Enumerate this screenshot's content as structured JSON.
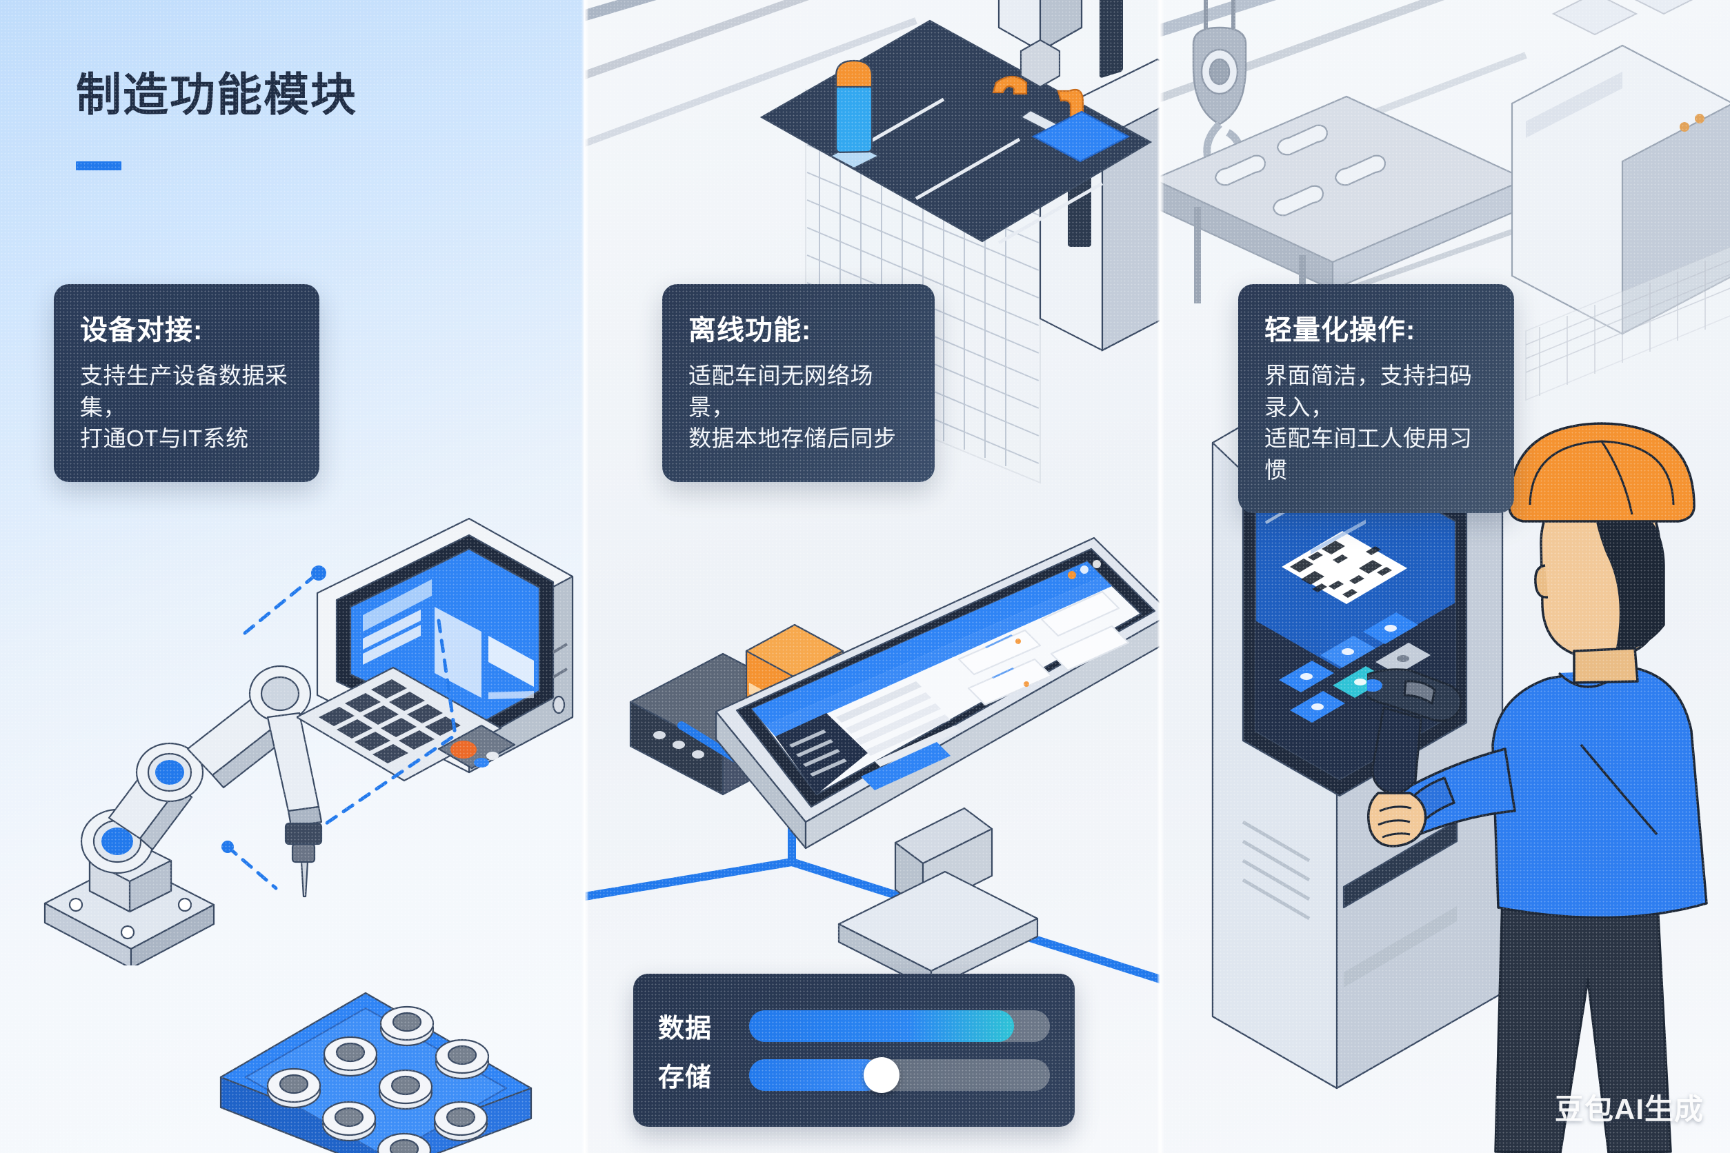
{
  "header": {
    "title": "制造功能模块",
    "accent_color": "#2279ec"
  },
  "panels": [
    {
      "id": "panel-1",
      "card": {
        "title": "设备对接:",
        "body_line_1": "支持生产设备数据采集，",
        "body_line_2": "打通OT与IT系统"
      },
      "illustration": "industrial-robot-arm-with-hmi-terminal-and-parts-tray"
    },
    {
      "id": "panel-2",
      "card": {
        "title": "离线功能:",
        "body_line_1": "适配车间无网络场景，",
        "body_line_2": "数据本地存储后同步"
      },
      "illustration": "workshop-monitor-dashboard-with-server-and-gantry"
    },
    {
      "id": "panel-3",
      "card": {
        "title": "轻量化操作:",
        "body_line_1": "界面简洁，支持扫码录入，",
        "body_line_2": "适配车间工人使用习惯"
      },
      "illustration": "kiosk-terminal-with-qr-code-and-worker-scanning"
    }
  ],
  "slider_widget": {
    "rows": [
      {
        "label": "数据",
        "fill_percent": 88,
        "has_knob": false,
        "fill_gradient_start": "#2279ec",
        "fill_gradient_end": "#2fc3d6"
      },
      {
        "label": "存储",
        "fill_percent": 44,
        "has_knob": true,
        "fill_gradient_start": "#2279ec",
        "fill_gradient_end": "#3b8bf5"
      }
    ],
    "track_color": "#6d7889",
    "knob_color": "#ffffff"
  },
  "watermark": {
    "text": "豆包AI生成"
  },
  "palette": {
    "brand_blue": "#2279ec",
    "card_dark": "#2b3a55",
    "title_ink": "#1f2d45",
    "accent_cyan": "#2fc3d6",
    "safety_orange": "#f59331",
    "metal_light": "#eef2f7",
    "metal_mid": "#c6ccd6",
    "metal_dark": "#9aa5b4",
    "outline": "#3a4a63"
  }
}
